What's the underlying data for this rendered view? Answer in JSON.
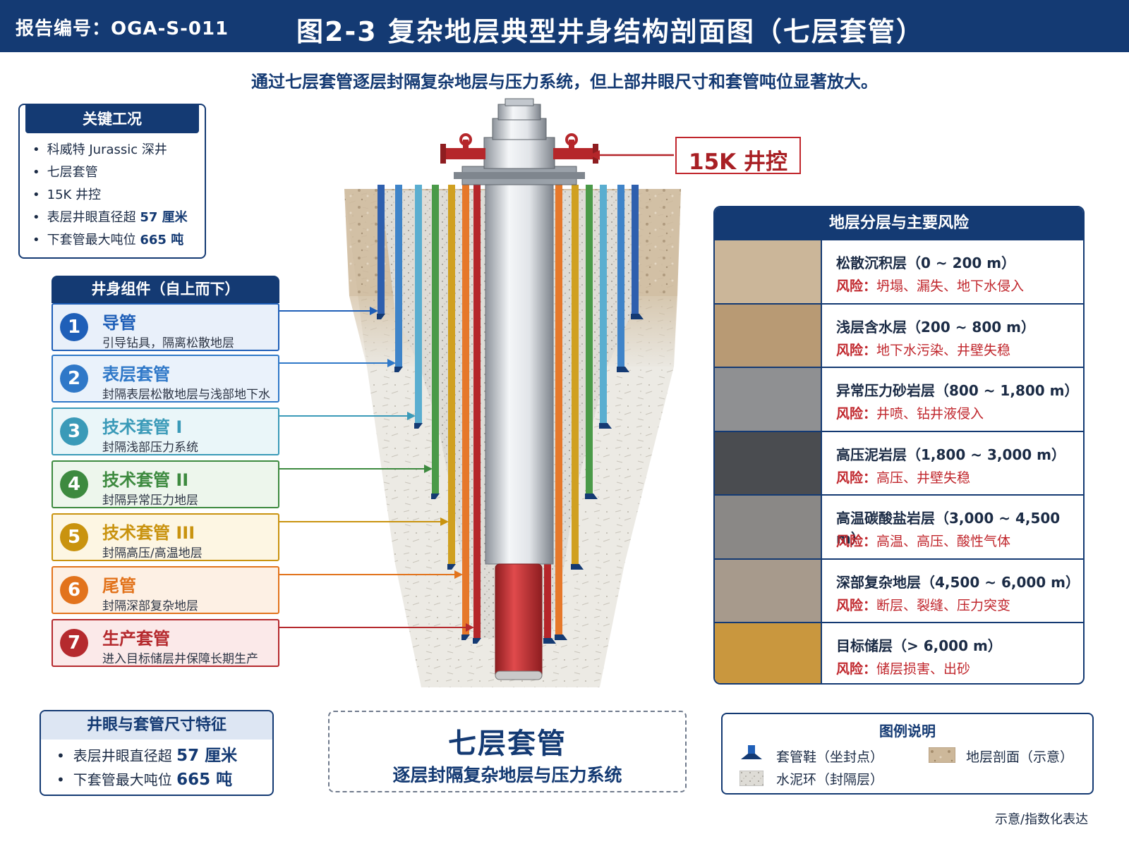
{
  "header": {
    "report_no": "报告编号：OGA-S-011",
    "title": "图2-3 复杂地层典型井身结构剖面图（七层套管）"
  },
  "subtitle": "通过七层套管逐层封隔复杂地层与压力系统，但上部井眼尺寸和套管吨位显著放大。",
  "key_conditions": {
    "title": "关键工况",
    "items": [
      {
        "text": "科威特 Jurassic 深井",
        "hl": ""
      },
      {
        "text": "七层套管",
        "hl": ""
      },
      {
        "text": "15K 井控",
        "hl": ""
      },
      {
        "text": "表层井眼直径超 ",
        "hl": "57 厘米"
      },
      {
        "text": "下套管最大吨位 ",
        "hl": "665 吨"
      }
    ]
  },
  "components": {
    "title": "井身组件（自上而下）",
    "items": [
      {
        "num": "1",
        "name": "导管",
        "desc": "引导钻具，隔离松散地层",
        "color": "#1f5fb8",
        "bg": "#e9f0fa"
      },
      {
        "num": "2",
        "name": "表层套管",
        "desc": "封隔表层松散地层与浅部地下水",
        "color": "#2f78c8",
        "bg": "#eaf2fb"
      },
      {
        "num": "3",
        "name": "技术套管 I",
        "desc": "封隔浅部压力系统",
        "color": "#3a9ab8",
        "bg": "#eaf6f9"
      },
      {
        "num": "4",
        "name": "技术套管 II",
        "desc": "封隔异常压力地层",
        "color": "#3d8a3f",
        "bg": "#edf6ec"
      },
      {
        "num": "5",
        "name": "技术套管 III",
        "desc": "封隔高压/高温地层",
        "color": "#c9930f",
        "bg": "#fdf6e3"
      },
      {
        "num": "6",
        "name": "尾管",
        "desc": "封隔深部复杂地层",
        "color": "#e2731c",
        "bg": "#fdf0e4"
      },
      {
        "num": "7",
        "name": "生产套管",
        "desc": "进入目标储层井保障长期生产",
        "color": "#b52a2e",
        "bg": "#fbe9e9"
      }
    ]
  },
  "well_control_label": "15K 井控",
  "risks": {
    "title": "地层分层与主要风险",
    "risk_prefix": "风险：",
    "items": [
      {
        "name": "松散沉积层（0 ~ 200 m）",
        "risk": "坍塌、漏失、地下水侵入",
        "swatch": "#cbb699"
      },
      {
        "name": "浅层含水层（200 ~ 800 m）",
        "risk": "地下水污染、井壁失稳",
        "swatch": "#b89a74"
      },
      {
        "name": "异常压力砂岩层（800 ~ 1,800 m）",
        "risk": "井喷、钻井液侵入",
        "swatch": "#8f9092"
      },
      {
        "name": "高压泥岩层（1,800 ~ 3,000 m）",
        "risk": "高压、井壁失稳",
        "swatch": "#4a4c50"
      },
      {
        "name": "高温碳酸盐岩层（3,000 ~ 4,500 m）",
        "risk": "高温、高压、酸性气体",
        "swatch": "#8a8886"
      },
      {
        "name": "深部复杂地层（4,500 ~ 6,000 m）",
        "risk": "断层、裂缝、压力突变",
        "swatch": "#a79a8c"
      },
      {
        "name": "目标储层（> 6,000 m）",
        "risk": "储层损害、出砂",
        "swatch": "#c9973e"
      }
    ]
  },
  "dimensions": {
    "title": "井眼与套管尺寸特征",
    "items": [
      {
        "text": "表层井眼直径超 ",
        "hl": "57 厘米"
      },
      {
        "text": "下套管最大吨位 ",
        "hl": "665 吨"
      }
    ]
  },
  "center_box": {
    "main": "七层套管",
    "sub": "逐层封隔复杂地层与压力系统"
  },
  "legend": {
    "title": "图例说明",
    "items": [
      {
        "label": "套管鞋（坐封点）",
        "icon": "casing-shoe-icon"
      },
      {
        "label": "地层剖面（示意）",
        "icon": "formation-swatch-icon"
      },
      {
        "label": "水泥环（封隔层）",
        "icon": "cement-swatch-icon"
      }
    ]
  },
  "footnote": "示意/指数化表达"
}
